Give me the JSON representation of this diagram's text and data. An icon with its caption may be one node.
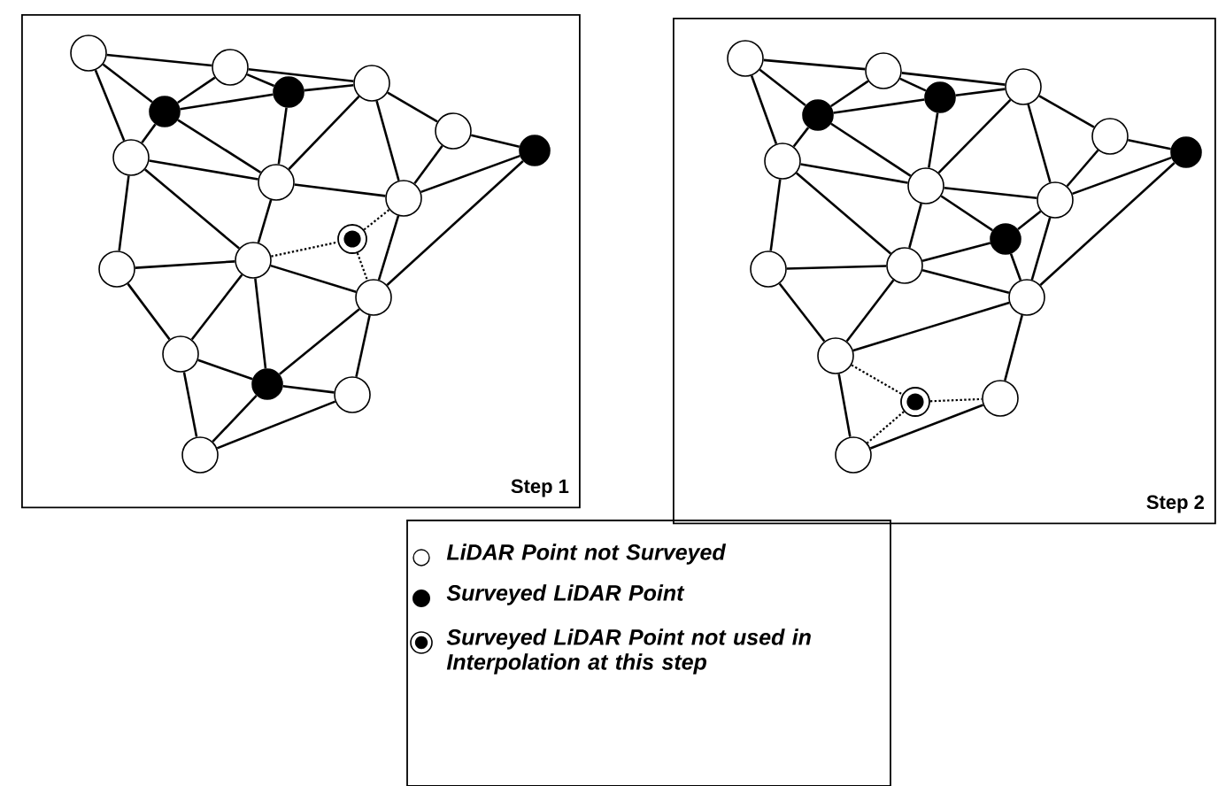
{
  "diagram": {
    "nodes": [
      {
        "text": [
          "Step 1"
        ]
      },
      {
        "text": [],
        "shape": "circle",
        "in": 0
      },
      {
        "text": [],
        "shape": "circle",
        "in": 0
      },
      {
        "text": [],
        "shape": "dot",
        "in": 0
      },
      {
        "text": [],
        "shape": "dot",
        "in": 0
      },
      {
        "text": [],
        "shape": "circle",
        "in": 0
      },
      {
        "text": [],
        "shape": "circle",
        "in": 0
      },
      {
        "text": [],
        "shape": "dot",
        "in": 0
      },
      {
        "text": [],
        "shape": "circle",
        "in": 0
      },
      {
        "text": [],
        "shape": "circle",
        "in": 0
      },
      {
        "text": [],
        "shape": "circle",
        "in": 0
      },
      {
        "text": [],
        "shape": "target",
        "in": 0
      },
      {
        "text": [],
        "shape": "circle",
        "in": 0
      },
      {
        "text": [],
        "shape": "circle",
        "in": 0
      },
      {
        "text": [],
        "shape": "circle",
        "in": 0
      },
      {
        "text": [],
        "shape": "circle",
        "in": 0
      },
      {
        "text": [],
        "shape": "dot",
        "in": 0
      },
      {
        "text": [],
        "shape": "circle",
        "in": 0
      },
      {
        "text": [],
        "shape": "circle",
        "in": 0
      },
      {
        "text": [
          "Step 2"
        ]
      },
      {
        "text": [],
        "shape": "circle",
        "in": 19
      },
      {
        "text": [],
        "shape": "circle",
        "in": 19
      },
      {
        "text": [],
        "shape": "dot",
        "in": 19
      },
      {
        "text": [],
        "shape": "dot",
        "in": 19
      },
      {
        "text": [],
        "shape": "circle",
        "in": 19
      },
      {
        "text": [],
        "shape": "circle",
        "in": 19
      },
      {
        "text": [],
        "shape": "dot",
        "in": 19
      },
      {
        "text": [],
        "shape": "circle",
        "in": 19
      },
      {
        "text": [],
        "shape": "circle",
        "in": 19
      },
      {
        "text": [],
        "shape": "circle",
        "in": 19
      },
      {
        "text": [],
        "shape": "dot",
        "in": 19
      },
      {
        "text": [],
        "shape": "circle",
        "in": 19
      },
      {
        "text": [],
        "shape": "circle",
        "in": 19
      },
      {
        "text": [],
        "shape": "circle",
        "in": 19
      },
      {
        "text": [],
        "shape": "circle",
        "in": 19
      },
      {
        "text": [],
        "shape": "target",
        "in": 19
      },
      {
        "text": [],
        "shape": "circle",
        "in": 19
      },
      {
        "text": [],
        "shape": "circle",
        "in": 19
      }
    ],
    "edges": [
      {
        "from": 1,
        "to": 2,
        "arrow": "none"
      },
      {
        "from": 2,
        "to": 5,
        "arrow": "none"
      },
      {
        "from": 1,
        "to": 3,
        "arrow": "none"
      },
      {
        "from": 2,
        "to": 3,
        "arrow": "none"
      },
      {
        "from": 2,
        "to": 4,
        "arrow": "none"
      },
      {
        "from": 3,
        "to": 4,
        "arrow": "none"
      },
      {
        "from": 4,
        "to": 5,
        "arrow": "none"
      },
      {
        "from": 5,
        "to": 6,
        "arrow": "none"
      },
      {
        "from": 6,
        "to": 7,
        "arrow": "none"
      },
      {
        "from": 1,
        "to": 8,
        "arrow": "none"
      },
      {
        "from": 3,
        "to": 8,
        "arrow": "none"
      },
      {
        "from": 3,
        "to": 9,
        "arrow": "none"
      },
      {
        "from": 8,
        "to": 9,
        "arrow": "none"
      },
      {
        "from": 9,
        "to": 10,
        "arrow": "none"
      },
      {
        "from": 4,
        "to": 9,
        "arrow": "none"
      },
      {
        "from": 5,
        "to": 9,
        "arrow": "none"
      },
      {
        "from": 5,
        "to": 10,
        "arrow": "none"
      },
      {
        "from": 6,
        "to": 10,
        "arrow": "none"
      },
      {
        "from": 7,
        "to": 10,
        "arrow": "none"
      },
      {
        "from": 7,
        "to": 14,
        "arrow": "none"
      },
      {
        "from": 10,
        "to": 14,
        "arrow": "none"
      },
      {
        "from": 8,
        "to": 12,
        "arrow": "none"
      },
      {
        "from": 8,
        "to": 13,
        "arrow": "none"
      },
      {
        "from": 12,
        "to": 13,
        "arrow": "none"
      },
      {
        "from": 12,
        "to": 15,
        "arrow": "none"
      },
      {
        "from": 9,
        "to": 13,
        "arrow": "none"
      },
      {
        "from": 13,
        "to": 15,
        "arrow": "none"
      },
      {
        "from": 13,
        "to": 16,
        "arrow": "none"
      },
      {
        "from": 13,
        "to": 14,
        "arrow": "none"
      },
      {
        "from": 14,
        "to": 16,
        "arrow": "none"
      },
      {
        "from": 14,
        "to": 17,
        "arrow": "none"
      },
      {
        "from": 16,
        "to": 17,
        "arrow": "none"
      },
      {
        "from": 15,
        "to": 16,
        "arrow": "none"
      },
      {
        "from": 15,
        "to": 18,
        "arrow": "none"
      },
      {
        "from": 16,
        "to": 18,
        "arrow": "none"
      },
      {
        "from": 17,
        "to": 18,
        "arrow": "none"
      },
      {
        "from": 13,
        "to": 11,
        "arrow": "none",
        "style": "dashed"
      },
      {
        "from": 11,
        "to": 10,
        "arrow": "none",
        "style": "dashed"
      },
      {
        "from": 11,
        "to": 14,
        "arrow": "none",
        "style": "dashed"
      },
      {
        "from": 20,
        "to": 21,
        "arrow": "none"
      },
      {
        "from": 21,
        "to": 24,
        "arrow": "none"
      },
      {
        "from": 20,
        "to": 22,
        "arrow": "none"
      },
      {
        "from": 21,
        "to": 22,
        "arrow": "none"
      },
      {
        "from": 21,
        "to": 23,
        "arrow": "none"
      },
      {
        "from": 22,
        "to": 23,
        "arrow": "none"
      },
      {
        "from": 23,
        "to": 24,
        "arrow": "none"
      },
      {
        "from": 24,
        "to": 25,
        "arrow": "none"
      },
      {
        "from": 25,
        "to": 26,
        "arrow": "none"
      },
      {
        "from": 20,
        "to": 27,
        "arrow": "none"
      },
      {
        "from": 22,
        "to": 27,
        "arrow": "none"
      },
      {
        "from": 22,
        "to": 28,
        "arrow": "none"
      },
      {
        "from": 27,
        "to": 28,
        "arrow": "none"
      },
      {
        "from": 28,
        "to": 29,
        "arrow": "none"
      },
      {
        "from": 23,
        "to": 28,
        "arrow": "none"
      },
      {
        "from": 24,
        "to": 28,
        "arrow": "none"
      },
      {
        "from": 24,
        "to": 29,
        "arrow": "none"
      },
      {
        "from": 25,
        "to": 29,
        "arrow": "none"
      },
      {
        "from": 26,
        "to": 29,
        "arrow": "none"
      },
      {
        "from": 26,
        "to": 33,
        "arrow": "none"
      },
      {
        "from": 29,
        "to": 30,
        "arrow": "none"
      },
      {
        "from": 30,
        "to": 33,
        "arrow": "none"
      },
      {
        "from": 28,
        "to": 30,
        "arrow": "none"
      },
      {
        "from": 32,
        "to": 30,
        "arrow": "none"
      },
      {
        "from": 29,
        "to": 33,
        "arrow": "none"
      },
      {
        "from": 27,
        "to": 31,
        "arrow": "none"
      },
      {
        "from": 27,
        "to": 32,
        "arrow": "none"
      },
      {
        "from": 31,
        "to": 32,
        "arrow": "none"
      },
      {
        "from": 31,
        "to": 34,
        "arrow": "none"
      },
      {
        "from": 28,
        "to": 32,
        "arrow": "none"
      },
      {
        "from": 32,
        "to": 34,
        "arrow": "none"
      },
      {
        "from": 32,
        "to": 33,
        "arrow": "none"
      },
      {
        "from": 34,
        "to": 33,
        "arrow": "none"
      },
      {
        "from": 33,
        "to": 36,
        "arrow": "none"
      },
      {
        "from": 34,
        "to": 37,
        "arrow": "none"
      },
      {
        "from": 36,
        "to": 37,
        "arrow": "none"
      },
      {
        "from": 34,
        "to": 35,
        "arrow": "none",
        "style": "dashed"
      },
      {
        "from": 35,
        "to": 36,
        "arrow": "none",
        "style": "dashed"
      },
      {
        "from": 35,
        "to": 37,
        "arrow": "none",
        "style": "dashed"
      }
    ],
    "legend": [
      {
        "text": "LiDAR Point not Surveyed"
      },
      {
        "text": "Surveyed LiDAR Point"
      },
      {
        "text": "Surveyed LiDAR Point not used in Interpolation at this step"
      }
    ]
  }
}
